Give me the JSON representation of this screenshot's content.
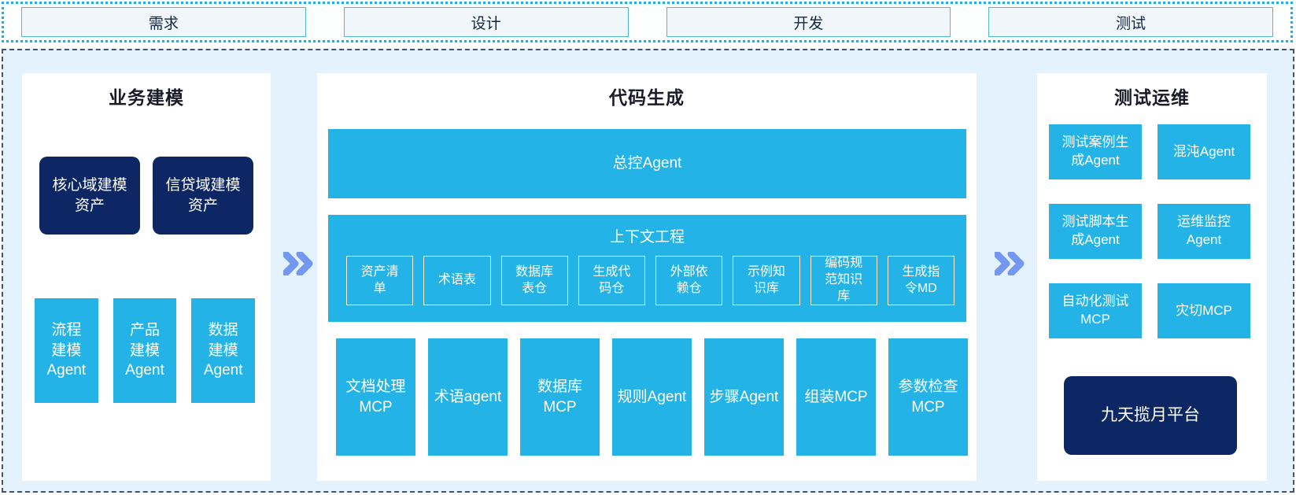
{
  "colors": {
    "accent_cyan": "#24b3e7",
    "navy": "#0d2765",
    "arrow_blue": "#7498ef",
    "canvas_bg": "#e3f2fc",
    "phase_fill": "#f0f6fa",
    "phase_border": "#4cb8d9",
    "dotted_border": "#2aa9da",
    "dashed_border": "#44546a",
    "title_color": "#1a1a28",
    "phase_text": "#132640"
  },
  "phases": [
    "需求",
    "设计",
    "开发",
    "测试"
  ],
  "panels": {
    "business_modeling": {
      "title": "业务建模",
      "assets": [
        "核心域建模\n资产",
        "信贷域建模\n资产"
      ],
      "agents": [
        "流程\n建模\nAgent",
        "产品\n建模\nAgent",
        "数据\n建模\nAgent"
      ]
    },
    "code_generation": {
      "title": "代码生成",
      "master_agent": "总控Agent",
      "context_engineering": {
        "title": "上下文工程",
        "items": [
          "资产清\n单",
          "术语表",
          "数据库\n表仓",
          "生成代\n码仓",
          "外部依\n赖仓",
          "示例知\n识库",
          "编码规\n范知识\n库",
          "生成指\n令MD"
        ]
      },
      "workers": [
        "文档处理\nMCP",
        "术语agent",
        "数据库\nMCP",
        "规则Agent",
        "步骤Agent",
        "组装MCP",
        "参数检查\nMCP"
      ]
    },
    "test_ops": {
      "title": "测试运维",
      "cells": [
        "测试案例生\n成Agent",
        "混沌Agent",
        "测试脚本生\n成Agent",
        "运维监控\nAgent",
        "自动化测试\nMCP",
        "灾切MCP"
      ],
      "platform": "九天揽月平台"
    }
  }
}
